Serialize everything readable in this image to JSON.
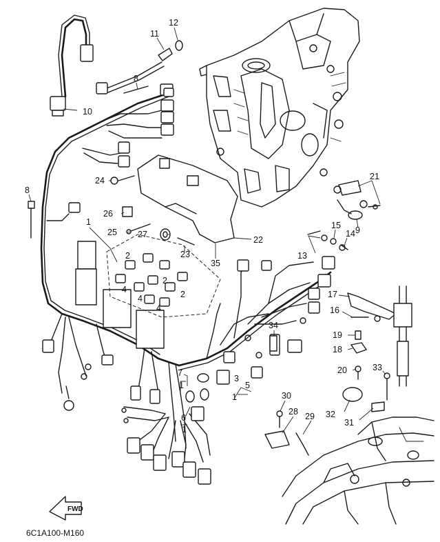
{
  "diagram": {
    "code": "6C1A100-M160",
    "direction_label": "FWD",
    "callouts": [
      "12",
      "11",
      "8",
      "10",
      "24",
      "8",
      "21",
      "26",
      "1",
      "25",
      "27",
      "23",
      "22",
      "9",
      "15",
      "14",
      "13",
      "35",
      "2",
      "4",
      "2",
      "4",
      "2",
      "4",
      "17",
      "16",
      "34",
      "19",
      "18",
      "20",
      "33",
      "7",
      "1",
      "3",
      "5",
      "1",
      "6",
      "1",
      "30",
      "28",
      "29",
      "32",
      "31"
    ]
  }
}
